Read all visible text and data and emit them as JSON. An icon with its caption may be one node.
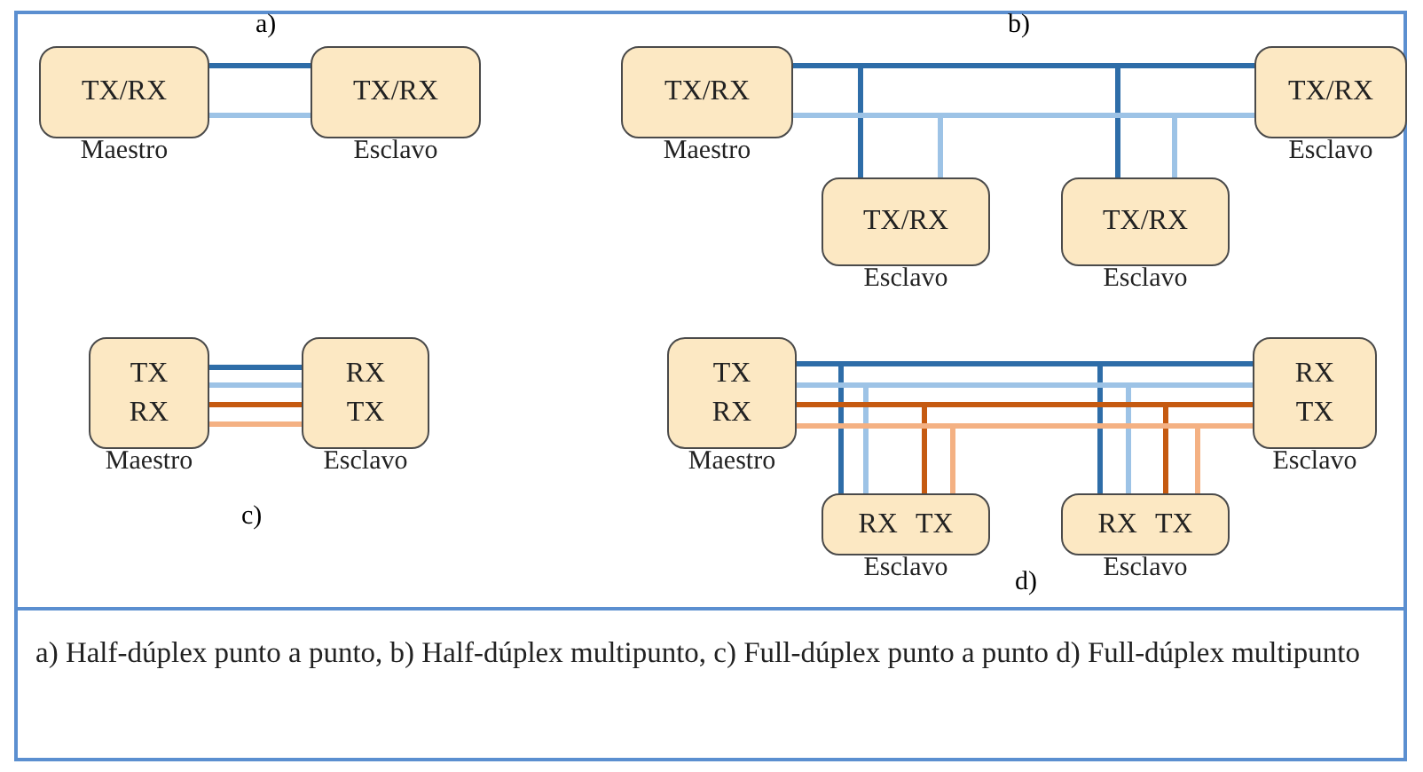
{
  "diagram": {
    "caption": "a) Half-dúplex punto a punto, b) Half-dúplex multipunto, c) Full-dúplex punto a punto d) Full-dúplex multipunto",
    "nodes": [
      {
        "text": [
          "TX/RX"
        ],
        "beside": [
          "Maestro"
        ]
      },
      {
        "text": [
          "TX/RX"
        ],
        "beside": [
          "Esclavo"
        ]
      },
      {
        "text": [
          "TX/RX"
        ],
        "beside": [
          "Maestro"
        ]
      },
      {
        "text": [
          "TX/RX"
        ],
        "beside": [
          "Esclavo"
        ]
      },
      {
        "text": [
          "TX/RX"
        ],
        "beside": [
          "Esclavo"
        ]
      },
      {
        "text": [
          "TX/RX"
        ],
        "beside": [
          "Esclavo"
        ]
      },
      {
        "text": [
          "TX",
          "RX"
        ],
        "beside": [
          "Maestro"
        ]
      },
      {
        "text": [
          "RX",
          "TX"
        ],
        "beside": [
          "Esclavo"
        ]
      },
      {
        "text": [
          "TX",
          "RX"
        ],
        "beside": [
          "Maestro"
        ]
      },
      {
        "text": [
          "RX",
          "TX"
        ],
        "beside": [
          "Esclavo"
        ]
      },
      {
        "text": [
          "RX",
          "TX"
        ],
        "beside": [
          "Esclavo"
        ]
      },
      {
        "text": [
          "RX",
          "TX"
        ],
        "beside": [
          "Esclavo"
        ]
      }
    ],
    "edges": [
      {
        "from": 0,
        "to": 1,
        "arrow": "none",
        "color": "#2e6da8"
      },
      {
        "from": 0,
        "to": 1,
        "arrow": "none",
        "color": "#9dc3e6"
      },
      {
        "from": 2,
        "to": 3,
        "arrow": "none",
        "color": "#2e6da8"
      },
      {
        "from": 2,
        "to": 4,
        "arrow": "none",
        "color": "#2e6da8"
      },
      {
        "from": 2,
        "to": 5,
        "arrow": "none",
        "color": "#2e6da8"
      },
      {
        "from": 2,
        "to": 3,
        "arrow": "none",
        "color": "#9dc3e6"
      },
      {
        "from": 2,
        "to": 4,
        "arrow": "none",
        "color": "#9dc3e6"
      },
      {
        "from": 2,
        "to": 5,
        "arrow": "none",
        "color": "#9dc3e6"
      },
      {
        "from": 6,
        "to": 7,
        "arrow": "none",
        "color": "#2e6da8"
      },
      {
        "from": 6,
        "to": 7,
        "arrow": "none",
        "color": "#9dc3e6"
      },
      {
        "from": 6,
        "to": 7,
        "arrow": "none",
        "color": "#c55a11"
      },
      {
        "from": 6,
        "to": 7,
        "arrow": "none",
        "color": "#f4b183"
      },
      {
        "from": 8,
        "to": 9,
        "arrow": "none",
        "color": "#2e6da8"
      },
      {
        "from": 8,
        "to": 10,
        "arrow": "none",
        "color": "#2e6da8"
      },
      {
        "from": 8,
        "to": 11,
        "arrow": "none",
        "color": "#2e6da8"
      },
      {
        "from": 8,
        "to": 9,
        "arrow": "none",
        "color": "#9dc3e6"
      },
      {
        "from": 8,
        "to": 10,
        "arrow": "none",
        "color": "#9dc3e6"
      },
      {
        "from": 8,
        "to": 11,
        "arrow": "none",
        "color": "#9dc3e6"
      },
      {
        "from": 8,
        "to": 9,
        "arrow": "none",
        "color": "#c55a11"
      },
      {
        "from": 8,
        "to": 10,
        "arrow": "none",
        "color": "#c55a11"
      },
      {
        "from": 8,
        "to": 11,
        "arrow": "none",
        "color": "#c55a11"
      },
      {
        "from": 8,
        "to": 9,
        "arrow": "none",
        "color": "#f4b183"
      },
      {
        "from": 8,
        "to": 10,
        "arrow": "none",
        "color": "#f4b183"
      },
      {
        "from": 8,
        "to": 11,
        "arrow": "none",
        "color": "#f4b183"
      }
    ],
    "labels": [
      "a)",
      "b)",
      "c)",
      "d)"
    ]
  }
}
